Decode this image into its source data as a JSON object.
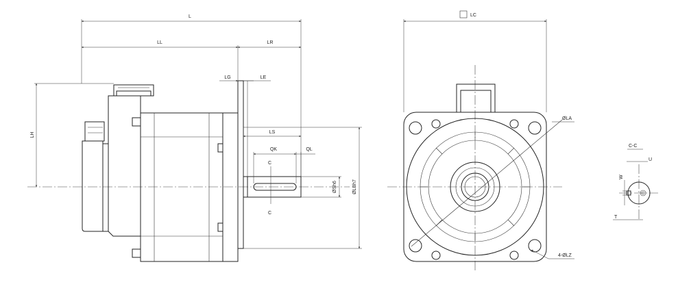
{
  "side_view": {
    "dimensions": {
      "L": "L",
      "LL": "LL",
      "LR": "LR",
      "LG": "LG",
      "LE": "LE",
      "LS": "LS",
      "QK": "QK",
      "QL": "QL",
      "LH": "LH",
      "S": "ØSh6",
      "LB": "ØLBh7"
    },
    "section_mark": "C"
  },
  "front_view": {
    "dimensions": {
      "LC": "LC",
      "LA": "ØLA",
      "LZ": "4-ØLZ"
    }
  },
  "section_view": {
    "title": "C-C",
    "dimensions": {
      "U": "U",
      "W": "W",
      "T": "T"
    }
  }
}
